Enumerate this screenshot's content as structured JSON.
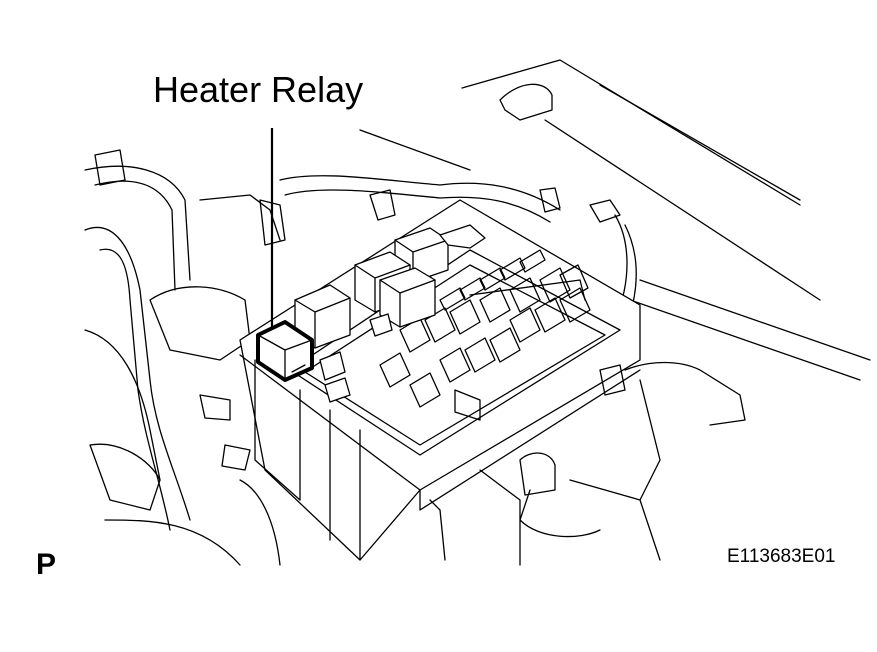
{
  "callout": {
    "label": "Heater Relay"
  },
  "corner_mark": "P",
  "figure_id": "E113683E01"
}
